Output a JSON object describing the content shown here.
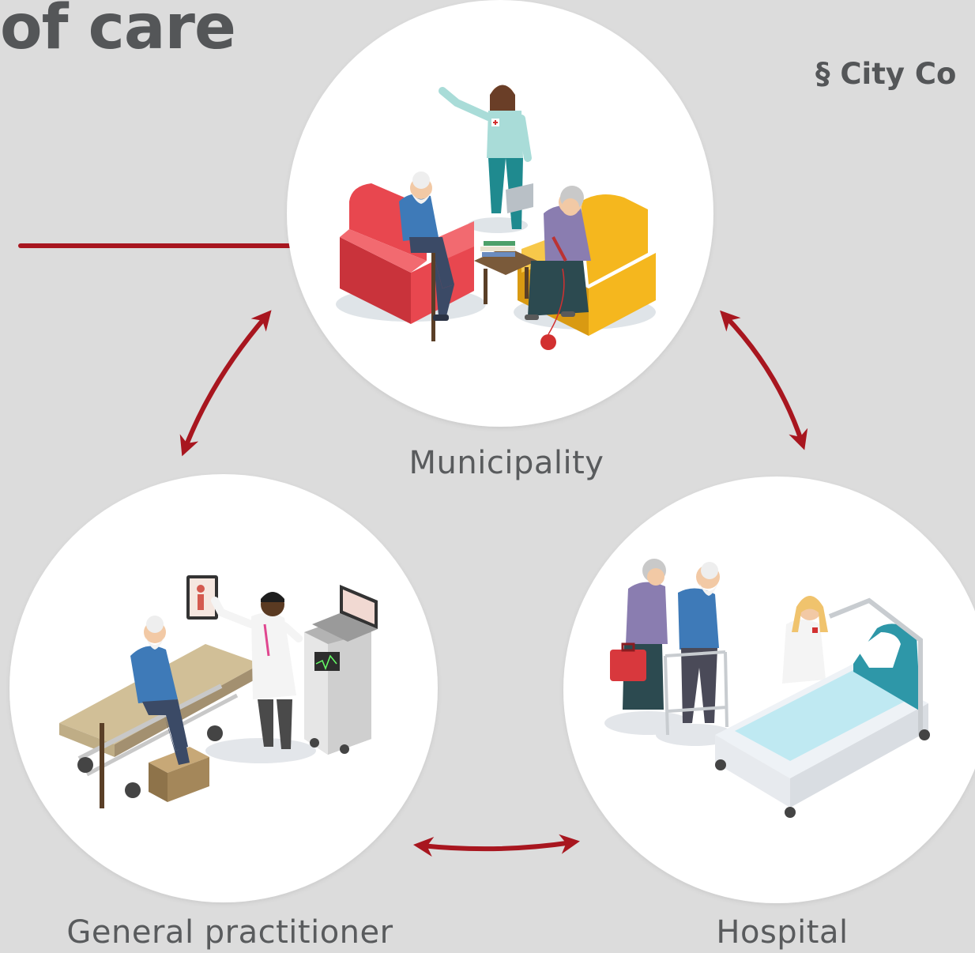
{
  "header": {
    "title_fragment": "of care",
    "right_fragment": "§ City Co"
  },
  "nodes": {
    "municipality": {
      "label": "Municipality"
    },
    "gp": {
      "label": "General practitioner"
    },
    "hospital": {
      "label": "Hospital"
    }
  },
  "colors": {
    "background": "#dcdcdc",
    "arrow": "#a8161f",
    "text": "#595b5d",
    "circle": "#ffffff"
  }
}
